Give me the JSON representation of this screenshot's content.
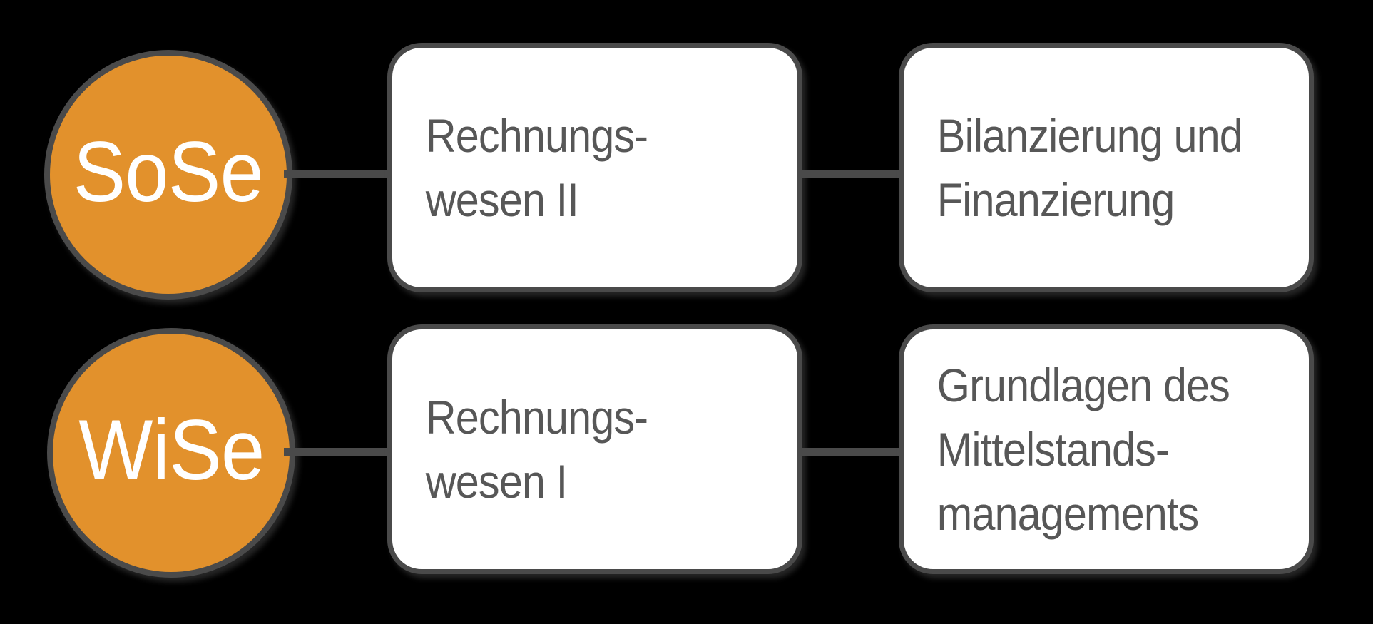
{
  "colors": {
    "background": "#000000",
    "semester_circle_fill": "#E2912C",
    "shape_border": "#4A4A4A",
    "connector_line": "#4A4A4A",
    "box_fill": "#FFFFFF",
    "box_text": "#575757",
    "circle_text": "#FFFFFF"
  },
  "rows": [
    {
      "circle_label": "SoSe",
      "course1": {
        "lines": [
          "Rechnungs-",
          "wesen II"
        ]
      },
      "course2": {
        "lines": [
          "Bilanzierung und",
          "Finanzierung"
        ]
      }
    },
    {
      "circle_label": "WiSe",
      "course1": {
        "lines": [
          "Rechnungs-",
          "wesen I"
        ]
      },
      "course2": {
        "lines": [
          "Grundlagen des",
          "Mittelstands-",
          "managements"
        ]
      }
    }
  ]
}
